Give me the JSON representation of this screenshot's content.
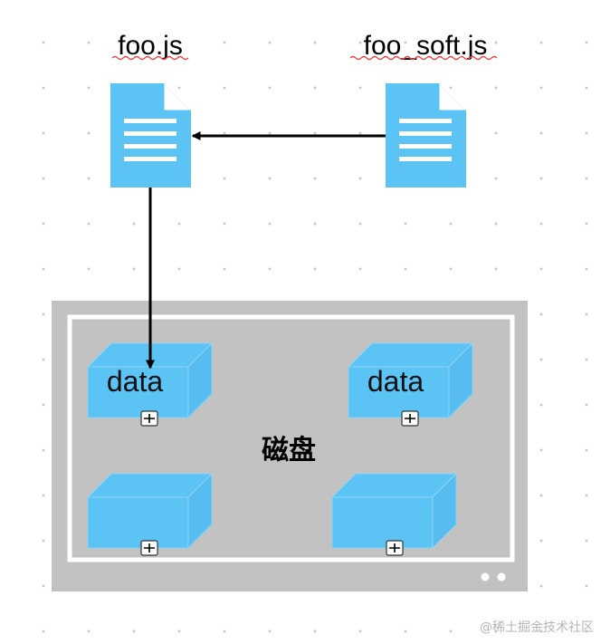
{
  "files": [
    {
      "label": "foo.js"
    },
    {
      "label": "foo_soft.js"
    }
  ],
  "disk": {
    "label": "磁盘",
    "blocks": [
      {
        "label": "data"
      },
      {
        "label": "data"
      },
      {
        "label": ""
      },
      {
        "label": ""
      }
    ]
  },
  "watermark": "@稀土掘金技术社区",
  "colors": {
    "file_blue": "#5bc4f5",
    "disk_gray": "#c2c2c2",
    "cube_front": "#5bc4f5",
    "cube_side": "#57bdf0",
    "arrow": "#000000"
  }
}
